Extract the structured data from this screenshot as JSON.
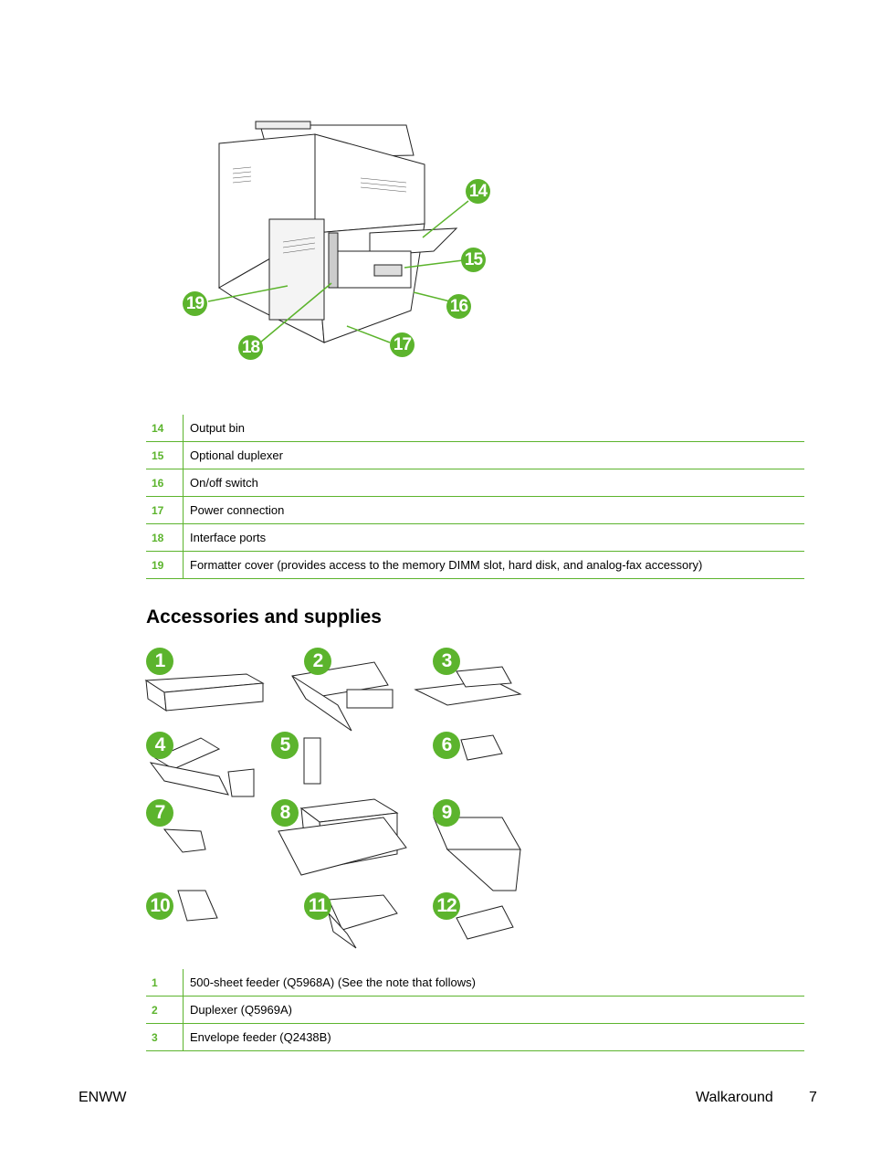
{
  "printer_callouts": [
    "14",
    "15",
    "16",
    "17",
    "18",
    "19"
  ],
  "parts_table": [
    {
      "num": "14",
      "desc": "Output bin"
    },
    {
      "num": "15",
      "desc": "Optional duplexer"
    },
    {
      "num": "16",
      "desc": "On/off switch"
    },
    {
      "num": "17",
      "desc": "Power connection"
    },
    {
      "num": "18",
      "desc": "Interface ports"
    },
    {
      "num": "19",
      "desc": "Formatter cover (provides access to the memory DIMM slot, hard disk, and analog-fax accessory)"
    }
  ],
  "section_title": "Accessories and supplies",
  "accessory_callouts": [
    "1",
    "2",
    "3",
    "4",
    "5",
    "6",
    "7",
    "8",
    "9",
    "10",
    "11",
    "12"
  ],
  "accessories_table": [
    {
      "num": "1",
      "desc": "500-sheet feeder (Q5968A) (See the note that follows)"
    },
    {
      "num": "2",
      "desc": "Duplexer (Q5969A)"
    },
    {
      "num": "3",
      "desc": "Envelope feeder (Q2438B)"
    }
  ],
  "footer": {
    "left": "ENWW",
    "section": "Walkaround",
    "page": "7"
  },
  "colors": {
    "accent": "#5cb42d"
  }
}
